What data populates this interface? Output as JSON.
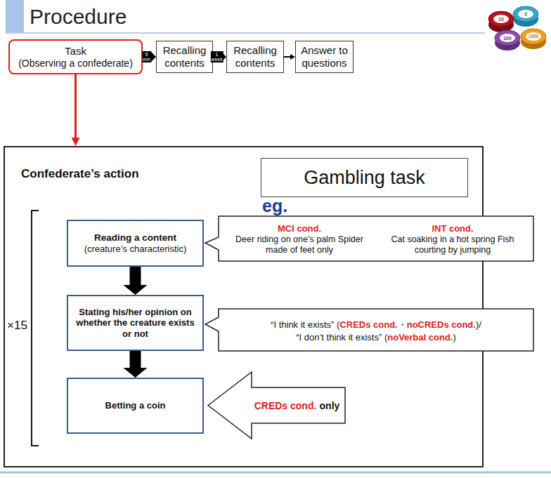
{
  "diagram": {
    "title": "Procedure",
    "nodes": [
      {
        "text": [
          "Task",
          "(Observing a confederate)"
        ]
      },
      {
        "text": [
          "Recalling contents"
        ]
      },
      {
        "text": [
          "Recalling contents"
        ]
      },
      {
        "text": [
          "Answer to questions"
        ]
      },
      {
        "text": [
          "Confederate’s action"
        ]
      },
      {
        "text": [
          "Gambling task"
        ],
        "in": 4
      },
      {
        "text": [
          "Reading a content",
          "(creature’s characteristic)"
        ],
        "in": 4
      },
      {
        "text": [
          "MCI cond.",
          "Deer riding on one’s palm Spider made of feet only",
          "INT cond.",
          "Cat soaking in a hot spring Fish courting by jumping"
        ],
        "in": 4
      },
      {
        "text": [
          "Stating his/her opinion on whether the creature exists or not"
        ],
        "in": 4
      },
      {
        "text": [
          "“I think it exists” (",
          "CREDs cond.",
          "・",
          "noCREDs cond.",
          ")/",
          "“I don’t think it exists” (",
          "noVerbal cond.",
          ")"
        ],
        "in": 4
      },
      {
        "text": [
          "Betting a coin"
        ],
        "in": 4
      },
      {
        "text": [
          "CREDs cond.",
          "only"
        ],
        "in": 4
      }
    ],
    "edges": [
      {
        "from": 0,
        "to": 1,
        "arrow": "to",
        "label": "5 min"
      },
      {
        "from": 1,
        "to": 2,
        "arrow": "to",
        "label": "1 week"
      },
      {
        "from": 2,
        "to": 3,
        "arrow": "to"
      },
      {
        "from": 0,
        "to": 4,
        "arrow": "to"
      },
      {
        "from": 6,
        "to": 8,
        "arrow": "to"
      },
      {
        "from": 8,
        "to": 10,
        "arrow": "to"
      }
    ],
    "labels": [
      "5",
      "10",
      "100",
      "1000",
      "eg.",
      "×15"
    ]
  }
}
